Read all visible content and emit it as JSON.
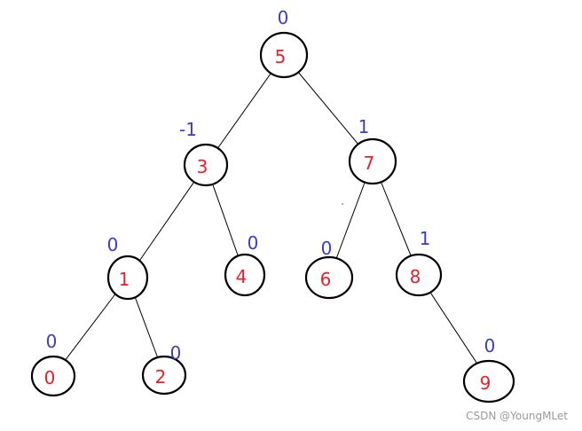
{
  "diagram": {
    "colors": {
      "node_text": "#e8202a",
      "balance_text": "#3c3cc8",
      "edge": "#000000",
      "node_border": "#000000"
    },
    "nodes": [
      {
        "id": "n5",
        "label": "5",
        "balance": "0"
      },
      {
        "id": "n3",
        "label": "3",
        "balance": "-1"
      },
      {
        "id": "n7",
        "label": "7",
        "balance": "1"
      },
      {
        "id": "n1",
        "label": "1",
        "balance": "0"
      },
      {
        "id": "n4",
        "label": "4",
        "balance": "0"
      },
      {
        "id": "n6",
        "label": "6",
        "balance": "0"
      },
      {
        "id": "n8",
        "label": "8",
        "balance": "1"
      },
      {
        "id": "n0",
        "label": "0",
        "balance": "0"
      },
      {
        "id": "n2",
        "label": "2",
        "balance": "0"
      },
      {
        "id": "n9",
        "label": "9",
        "balance": "0"
      }
    ],
    "edges": [
      {
        "from": "n5",
        "to": "n3"
      },
      {
        "from": "n5",
        "to": "n7"
      },
      {
        "from": "n3",
        "to": "n1"
      },
      {
        "from": "n3",
        "to": "n4"
      },
      {
        "from": "n7",
        "to": "n6"
      },
      {
        "from": "n7",
        "to": "n8"
      },
      {
        "from": "n1",
        "to": "n0"
      },
      {
        "from": "n1",
        "to": "n2"
      },
      {
        "from": "n8",
        "to": "n9"
      }
    ]
  },
  "watermark": "CSDN @YoungMLet"
}
